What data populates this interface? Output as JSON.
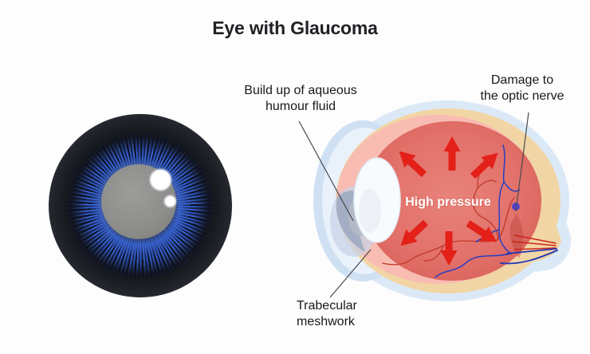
{
  "title": "Eye with Glaucoma",
  "labels": {
    "aqueous": "Build up of aqueous\nhumour fluid",
    "optic_nerve": "Damage to\nthe optic nerve",
    "trabecular": "Trabecular\nmeshwork",
    "high_pressure": "High pressure"
  },
  "illustrations": {
    "left": "front view of eye with blue iris and cloudy gray pupil",
    "right": "cross-section of eyeball with outward pressure arrows, damaged optic nerve and blood vessels"
  },
  "colors": {
    "background": "#fdfdfd",
    "title_text": "#202125",
    "label_text": "#18191b",
    "leader_line": "#4a4a4a",
    "arrow_red": "#e32119",
    "vitreous_red": "#e2716a",
    "retina_pink": "#f8bcb2",
    "choroid_cream": "#f2d5a5",
    "sclera_blue": "#dbe9f7",
    "cornea_blue": "#cfe0f3",
    "lens_white": "#f8fbfe",
    "aqueous_gray": "#9dabc2",
    "vessel_red": "#c0392b",
    "vessel_blue": "#2b3fbf",
    "optic_disc_purple": "#5443c8",
    "iris_blue": "#2e5ac8",
    "iris_dark": "#14161d",
    "pupil_gray": "#8e8e8c",
    "high_pressure_text": "#ffffff"
  }
}
